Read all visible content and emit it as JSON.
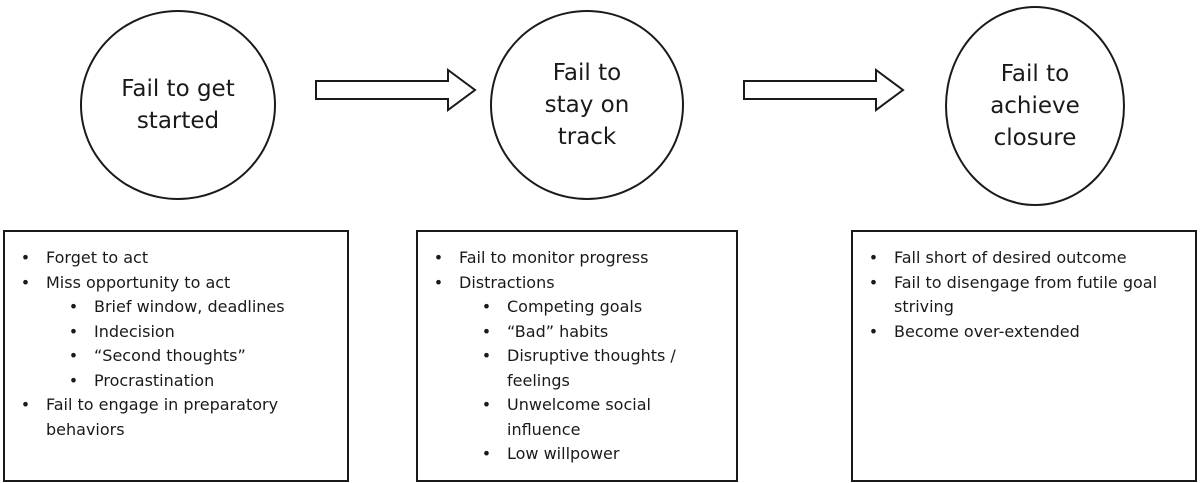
{
  "stages": [
    {
      "label": "Fail to get started"
    },
    {
      "label": "Fail to stay on track"
    },
    {
      "label": "Fail to achieve closure"
    }
  ],
  "bullet_glyph": "•",
  "boxes": [
    {
      "items": [
        {
          "text": "Forget to act"
        },
        {
          "text": "Miss opportunity to act"
        },
        {
          "text": "Brief window, deadlines"
        },
        {
          "text": "Indecision"
        },
        {
          "text": "“Second thoughts”"
        },
        {
          "text": "Procrastination"
        },
        {
          "text": "Fail to engage in preparatory behaviors"
        }
      ]
    },
    {
      "items": [
        {
          "text": "Fail to monitor progress"
        },
        {
          "text": "Distractions"
        },
        {
          "text": "Competing goals"
        },
        {
          "text": "“Bad” habits"
        },
        {
          "text": "Disruptive thoughts / feelings"
        },
        {
          "text": "Unwelcome social influence"
        },
        {
          "text": "Low willpower"
        }
      ]
    },
    {
      "items": [
        {
          "text": "Fall short of desired outcome"
        },
        {
          "text": "Fail to disengage from futile goal striving"
        },
        {
          "text": "Become over-extended"
        }
      ]
    }
  ]
}
